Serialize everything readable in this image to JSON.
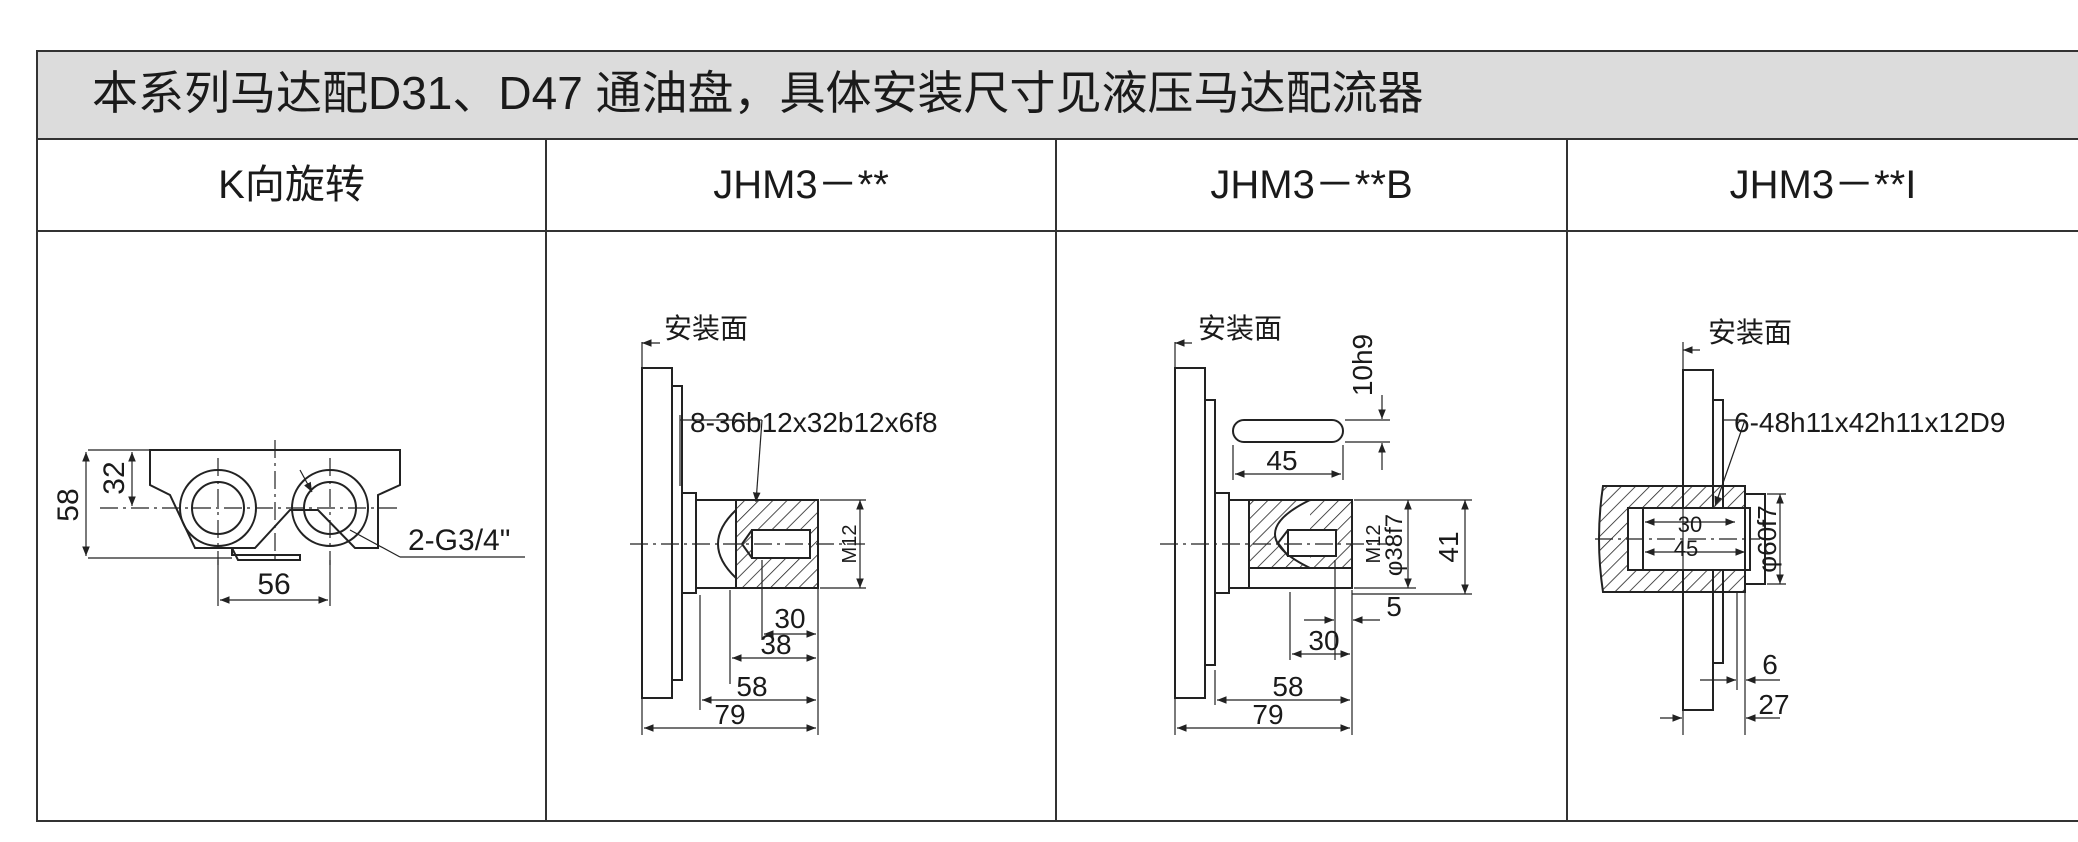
{
  "banner": {
    "title": "本系列马达配D31、D47 通油盘，具体安装尺寸见液压马达配流器"
  },
  "columns": [
    {
      "header": "K向旋转"
    },
    {
      "header": "JHM3－**"
    },
    {
      "header": "JHM3－**B"
    },
    {
      "header": "JHM3－**I"
    }
  ],
  "drawings": {
    "k_view": {
      "dim_58": "58",
      "dim_32": "32",
      "dim_56": "56",
      "port_label": "2-G3/4\""
    },
    "jhm3": {
      "mount_face": "安装面",
      "spline": "8-36b12x32b12x6f8",
      "thread": "M12",
      "dim_30": "30",
      "dim_38": "38",
      "dim_58": "58",
      "dim_79": "79"
    },
    "jhm3_b": {
      "mount_face": "安装面",
      "key_width": "10h9",
      "key_length": "45",
      "thread": "M12",
      "shaft_dia": "φ38f7",
      "dim_41": "41",
      "dim_5": "5",
      "dim_30": "30",
      "dim_58": "58",
      "dim_79": "79"
    },
    "jhm3_i": {
      "mount_face": "安装面",
      "spline": "6-48h11x42h11x12D9",
      "dim_30": "30",
      "dim_45": "45",
      "bore_dia": "φ60f7",
      "dim_6": "6",
      "dim_27": "27"
    }
  }
}
